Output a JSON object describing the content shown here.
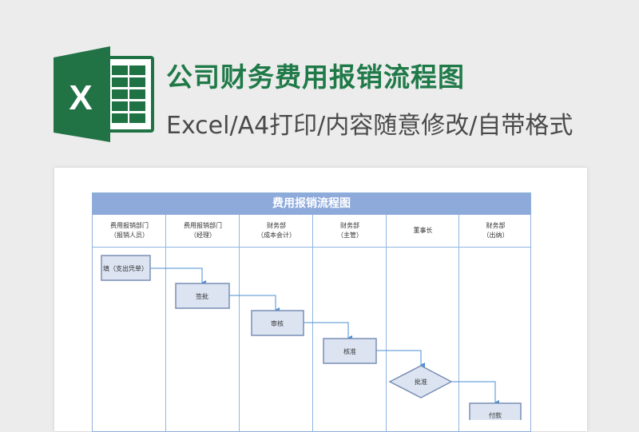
{
  "header": {
    "title": "公司财务费用报销流程图",
    "subtitle": "Excel/A4打印/内容随意修改/自带格式"
  },
  "logo": {
    "letter": "X",
    "color": "#1f7244"
  },
  "flowchart": {
    "title": "费用报销流程图",
    "lanes": [
      {
        "line1": "费用报销部门",
        "line2": "（报销人员）"
      },
      {
        "line1": "费用报销部门",
        "line2": "（经理）"
      },
      {
        "line1": "财务部",
        "line2": "（成本会计）"
      },
      {
        "line1": "财务部",
        "line2": "（主管）"
      },
      {
        "line1": "董事长",
        "line2": ""
      },
      {
        "line1": "财务部",
        "line2": "（出纳）"
      }
    ],
    "steps": [
      "填（支出凭单）",
      "签批",
      "审核",
      "核准",
      "批准",
      "付款"
    ],
    "colors": {
      "band": "#8eaadb",
      "node_fill": "#dce4f2",
      "node_border": "#7a8fb5",
      "arrow": "#4a8fd6"
    }
  }
}
